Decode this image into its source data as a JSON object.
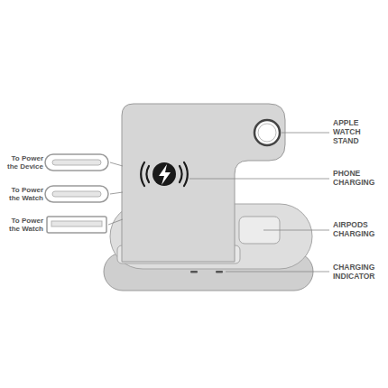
{
  "diagram": {
    "labels": [
      "To Power the Device",
      "To Power the Watch",
      "To Power the Watch",
      "APPLE WATCH STAND",
      "PHONE CHARGING",
      "AIRPODS CHARGING",
      "CHARGING INDICATOR"
    ]
  }
}
